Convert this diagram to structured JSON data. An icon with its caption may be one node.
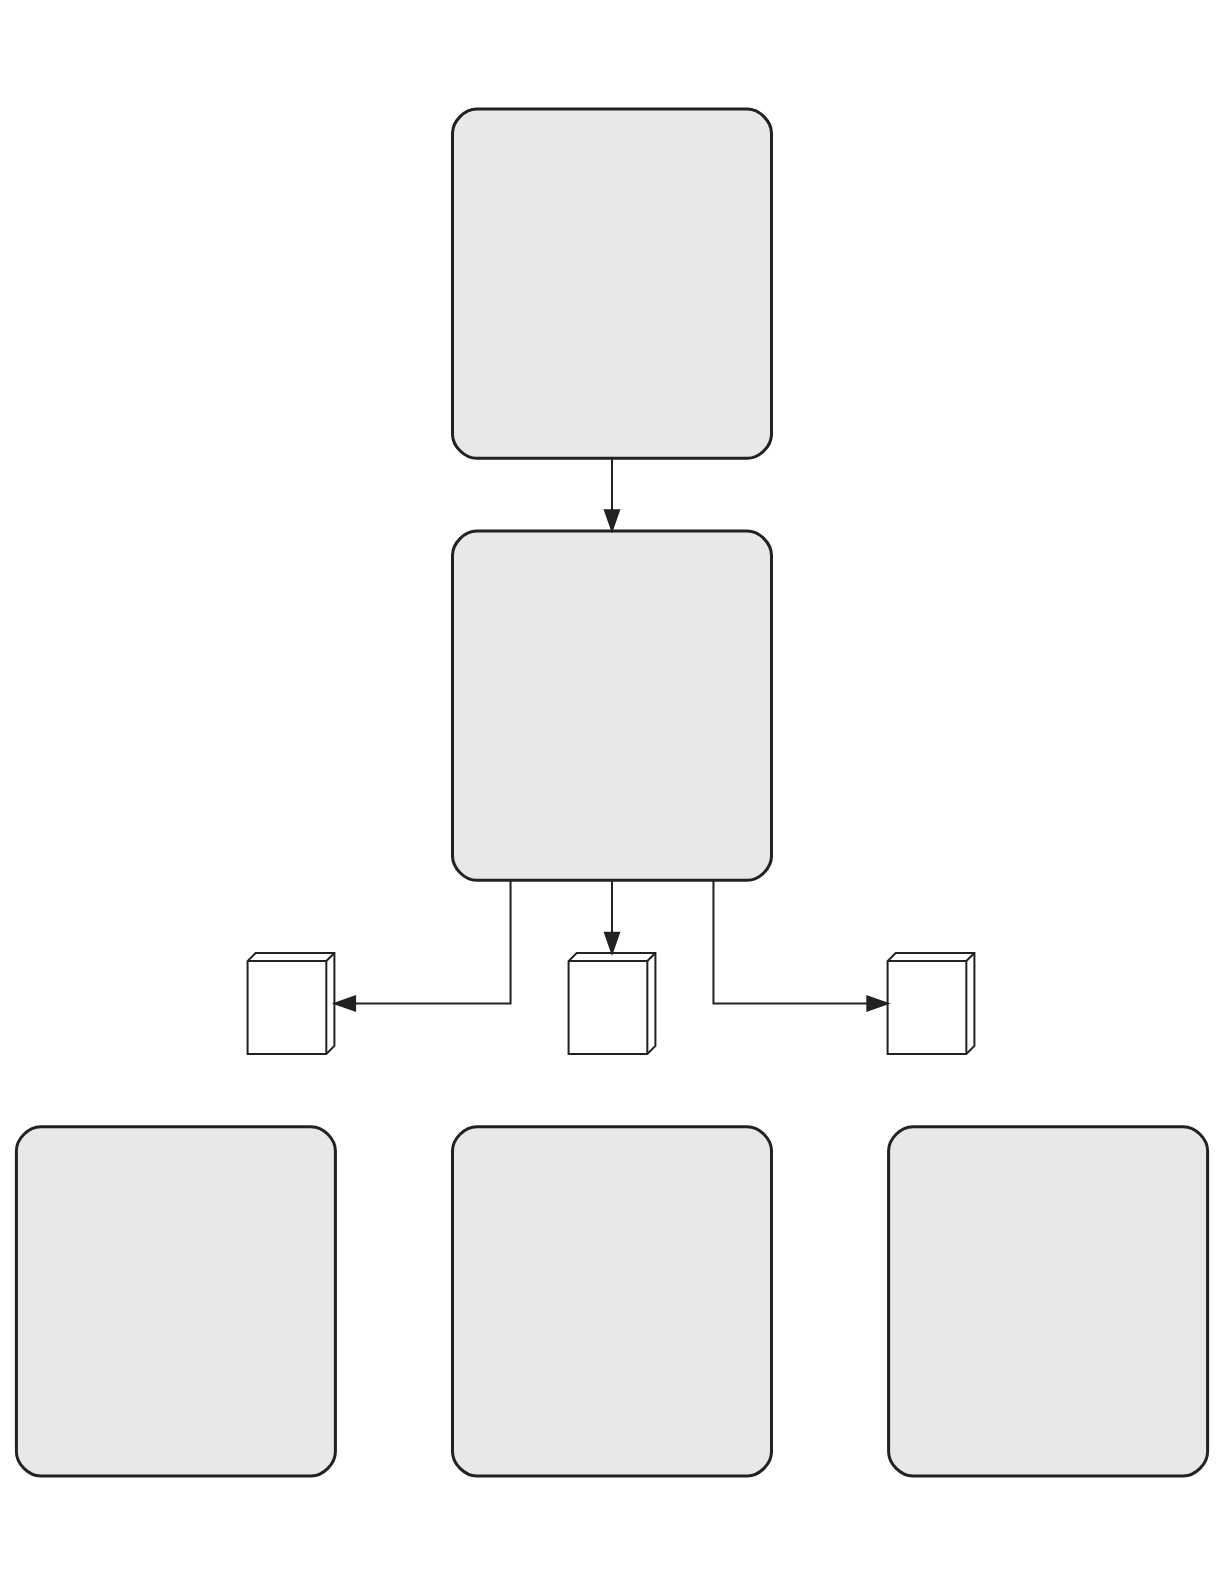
{
  "diagram": {
    "nodes": [
      {
        "text": [],
        "shape": "box"
      },
      {
        "text": [],
        "shape": "box"
      },
      {
        "text": [],
        "shape": "icon"
      },
      {
        "text": [],
        "shape": "icon"
      },
      {
        "text": [],
        "shape": "icon"
      },
      {
        "text": [],
        "shape": "box"
      },
      {
        "text": [],
        "shape": "box"
      },
      {
        "text": [],
        "shape": "box"
      }
    ],
    "edges": [
      {
        "from": 0,
        "to": 1,
        "arrow": "to"
      },
      {
        "from": 1,
        "to": 2,
        "arrow": "to"
      },
      {
        "from": 1,
        "to": 3,
        "arrow": "to"
      },
      {
        "from": 1,
        "to": 4,
        "arrow": "to"
      }
    ]
  }
}
